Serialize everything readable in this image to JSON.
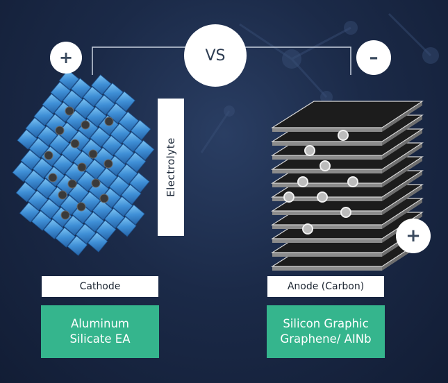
{
  "vs_label": "VS",
  "plus_symbol": "+",
  "minus_symbol": "–",
  "electrolyte_label": "Electrolyte",
  "cathode": {
    "label": "Cathode",
    "material_line1": "Aluminum",
    "material_line2": "Silicate EA"
  },
  "anode": {
    "label": "Anode (Carbon)",
    "material_line1": "Silicon Graphic",
    "material_line2": "Graphene/ AINb"
  },
  "colors": {
    "background": "#1b2a48",
    "crystal_blue": "#3d8fd6",
    "ion_dark": "#3c3c3c",
    "graphene_black": "#1c1c1c",
    "accent_green": "#35b58d"
  },
  "icons": {
    "cathode_structure": "crystal-lattice-icon",
    "anode_structure": "graphene-layers-icon"
  }
}
